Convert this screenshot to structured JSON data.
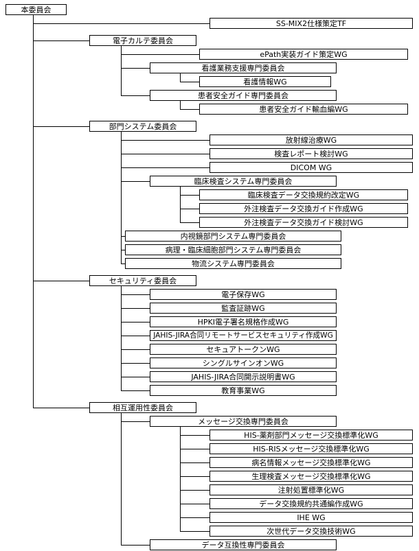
{
  "colors": {
    "box_border": "#000000",
    "box_background": "#ffffff",
    "text": "#000000",
    "connector": "#000000"
  },
  "org_chart": {
    "root": {
      "label": "本委員会",
      "col": "root",
      "children": [
        {
          "label": "SS-MIX2仕様策定TF",
          "col": "wg-outer"
        },
        {
          "label": "電子カルテ委員会",
          "col": "committee",
          "children": [
            {
              "label": "ePath実装ガイド策定WG",
              "col": "wg-inner"
            },
            {
              "label": "看護業務支援専門委員会",
              "col": "subcommittee",
              "children": [
                {
                  "label": "看護情報WG",
                  "col": "wg-inner-short"
                }
              ]
            },
            {
              "label": "患者安全ガイド専門委員会",
              "col": "subcommittee",
              "children": [
                {
                  "label": "患者安全ガイド輸血編WG",
                  "col": "wg-inner"
                }
              ]
            }
          ]
        },
        {
          "label": "部門システム委員会",
          "col": "committee",
          "children": [
            {
              "label": "放射線治療WG",
              "col": "wg-outer"
            },
            {
              "label": "検査レポート検討WG",
              "col": "wg-outer"
            },
            {
              "label": "DICOM WG",
              "col": "wg-outer"
            },
            {
              "label": "臨床検査システム専門委員会",
              "col": "subcommittee",
              "children": [
                {
                  "label": "臨床検査データ交換規約改定WG",
                  "col": "wg-inner"
                },
                {
                  "label": "外注検査データ交換ガイド作成WG",
                  "col": "wg-inner"
                },
                {
                  "label": "外注検査データ交換ガイド検討WG",
                  "col": "wg-inner"
                }
              ]
            },
            {
              "label": "内視鏡部門システム専門委員会",
              "col": "subcommittee-wide"
            },
            {
              "label": "病理・臨床細胞部門システム専門委員会",
              "col": "subcommittee-wide"
            },
            {
              "label": "物流システム専門委員会",
              "col": "subcommittee-wide"
            }
          ]
        },
        {
          "label": "セキュリティ委員会",
          "col": "committee",
          "children": [
            {
              "label": "電子保存WG",
              "col": "subcommittee"
            },
            {
              "label": "監査証跡WG",
              "col": "subcommittee"
            },
            {
              "label": "HPKI電子署名規格作成WG",
              "col": "subcommittee"
            },
            {
              "label": "JAHIS-JIRA合同リモートサービスセキュリティ作成WG",
              "col": "subcommittee"
            },
            {
              "label": "セキュアトークンWG",
              "col": "subcommittee"
            },
            {
              "label": "シングルサインオンWG",
              "col": "subcommittee"
            },
            {
              "label": "JAHIS-JIRA合同開示説明書WG",
              "col": "subcommittee"
            },
            {
              "label": "教育事業WG",
              "col": "subcommittee"
            }
          ]
        },
        {
          "label": "相互運用性委員会",
          "col": "committee",
          "children": [
            {
              "label": "メッセージ交換専門委員会",
              "col": "subcommittee",
              "children": [
                {
                  "label": "HIS-薬剤部門メッセージ交換標準化WG",
                  "col": "wg-outer"
                },
                {
                  "label": "HIS-RISメッセージ交換標準化WG",
                  "col": "wg-outer"
                },
                {
                  "label": "病名情報メッセージ交換標準化WG",
                  "col": "wg-outer"
                },
                {
                  "label": "生理検査メッセージ交換標準化WG",
                  "col": "wg-outer"
                },
                {
                  "label": "注射処置標準化WG",
                  "col": "wg-outer"
                },
                {
                  "label": "データ交換規約共通編作成WG",
                  "col": "wg-outer"
                },
                {
                  "label": "IHE WG",
                  "col": "wg-outer"
                },
                {
                  "label": "次世代データ交換技術WG",
                  "col": "wg-outer"
                }
              ]
            },
            {
              "label": "データ互換性専門委員会",
              "col": "subcommittee"
            }
          ]
        }
      ]
    }
  }
}
